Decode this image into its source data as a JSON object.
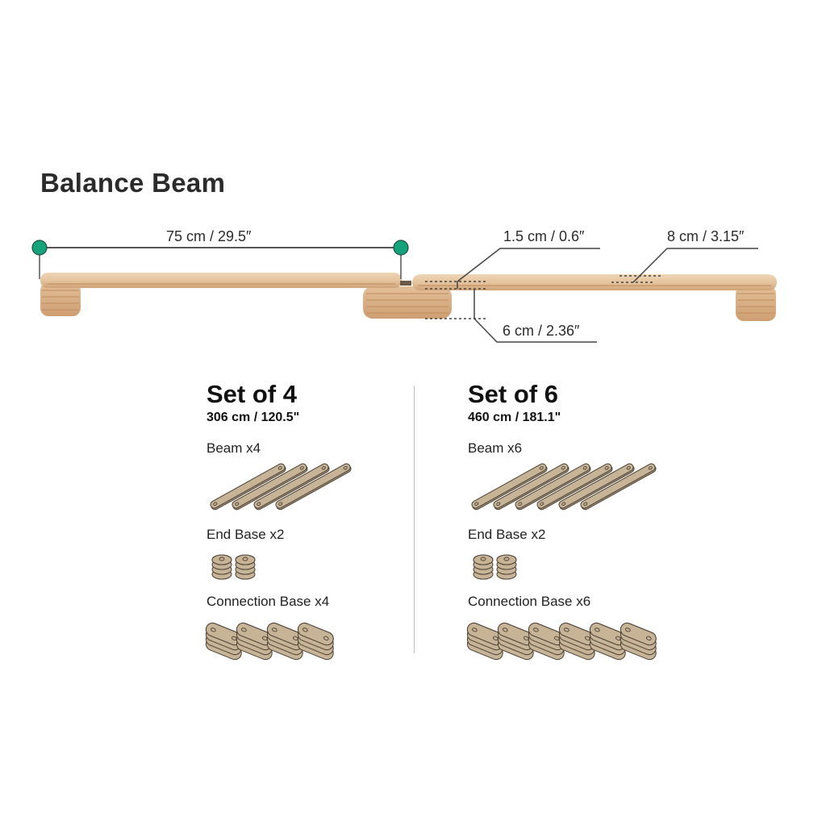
{
  "title": "Balance Beam",
  "colors": {
    "accent_dot": "#14a37a",
    "wood_top": "#e9c9a3",
    "wood_edge": "#d9ad7f",
    "wood_dark": "#c99a6c",
    "part_fill": "#c7b497",
    "part_stroke": "#4a4034",
    "line": "#555555"
  },
  "diagram": {
    "beam_length": "75 cm / 29.5″",
    "beam_thickness": "1.5 cm / 0.6″",
    "beam_width": "8 cm / 3.15″",
    "base_height": "6 cm / 2.36″"
  },
  "sets": [
    {
      "name": "Set of 4",
      "length": "306 cm / 120.5\"",
      "parts": [
        {
          "label": "Beam x4",
          "icon": "beam-plank-icon",
          "count": 4
        },
        {
          "label": "End Base x2",
          "icon": "end-base-icon",
          "count": 2
        },
        {
          "label": "Connection Base x4",
          "icon": "connection-base-icon",
          "count": 4
        }
      ]
    },
    {
      "name": "Set of 6",
      "length": "460 cm / 181.1\"",
      "parts": [
        {
          "label": "Beam x6",
          "icon": "beam-plank-icon",
          "count": 6
        },
        {
          "label": "End Base x2",
          "icon": "end-base-icon",
          "count": 2
        },
        {
          "label": "Connection Base x6",
          "icon": "connection-base-icon",
          "count": 6
        }
      ]
    }
  ]
}
